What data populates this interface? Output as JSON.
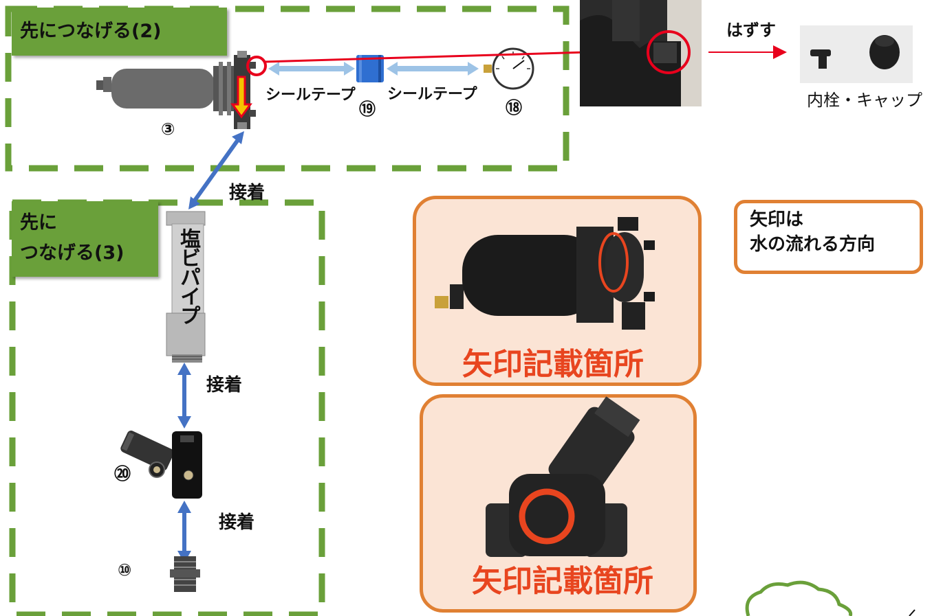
{
  "section_top": {
    "title": "先につなげる(2)"
  },
  "section_bottom": {
    "title_line1": "先に",
    "title_line2": "つなげる(3)"
  },
  "labels": {
    "seal_tape_1": "シールテープ",
    "seal_tape_2": "シールテープ",
    "glue_1": "接着",
    "glue_2": "接着",
    "glue_3": "接着",
    "remove": "はずす",
    "plug_cap": "内栓・キャップ",
    "pvc_pipe": "塩ビパイプ"
  },
  "numbers": {
    "n3": "③",
    "n18": "⑱",
    "n19": "⑲",
    "n20": "⑳",
    "n10": "⑩"
  },
  "photo_captions": {
    "filter_body": "矢印記載箇所",
    "valve_body": "矢印記載箇所"
  },
  "note": {
    "line1": "矢印は",
    "line2": "水の流れる方向"
  },
  "colors": {
    "green_dash": "#6aa03a",
    "orange": "#e08033",
    "blue_arrow": "#4472c4",
    "light_blue_arrow": "#9dc3e6",
    "red": "#e8001c",
    "caption_red": "#e8451f"
  }
}
